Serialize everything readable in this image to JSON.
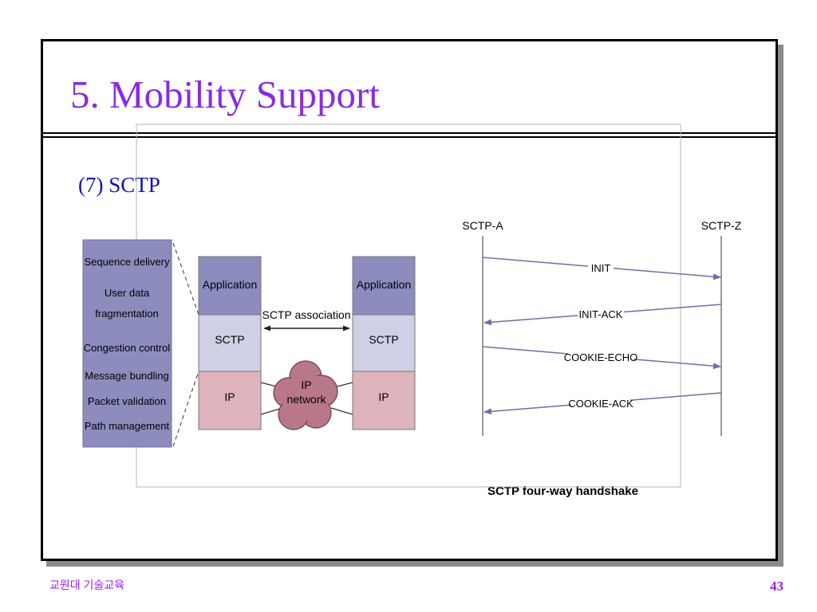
{
  "slide": {
    "title": "5. Mobility Support",
    "subtitle": "(7) SCTP",
    "caption": "SCTP four-way handshake",
    "footer_left": "교원대 기술교육",
    "page_number": "43"
  },
  "stack_diagram": {
    "features": [
      "Sequence delivery",
      "User data",
      "fragmentation",
      "Congestion control",
      "Message bundling",
      "Packet validation",
      "Path management"
    ],
    "left_stack": {
      "application": "Application",
      "sctp": "SCTP",
      "ip": "IP"
    },
    "right_stack": {
      "application": "Application",
      "sctp": "SCTP",
      "ip": "IP"
    },
    "association_label": "SCTP association",
    "cloud_label_1": "IP",
    "cloud_label_2": "network"
  },
  "handshake": {
    "endpoint_a": "SCTP-A",
    "endpoint_z": "SCTP-Z",
    "messages": [
      "INIT",
      "INIT-ACK",
      "COOKIE-ECHO",
      "COOKIE-ACK"
    ]
  },
  "colors": {
    "title": "#8a2be2",
    "subtitle": "#1010c8",
    "feature_box": "#8c8cbe",
    "application_box": "#8c8cbe",
    "sctp_box": "#cfcfe6",
    "ip_box": "#ddb3bc",
    "cloud": "#b87888",
    "arrow": "#6f6fa8"
  }
}
